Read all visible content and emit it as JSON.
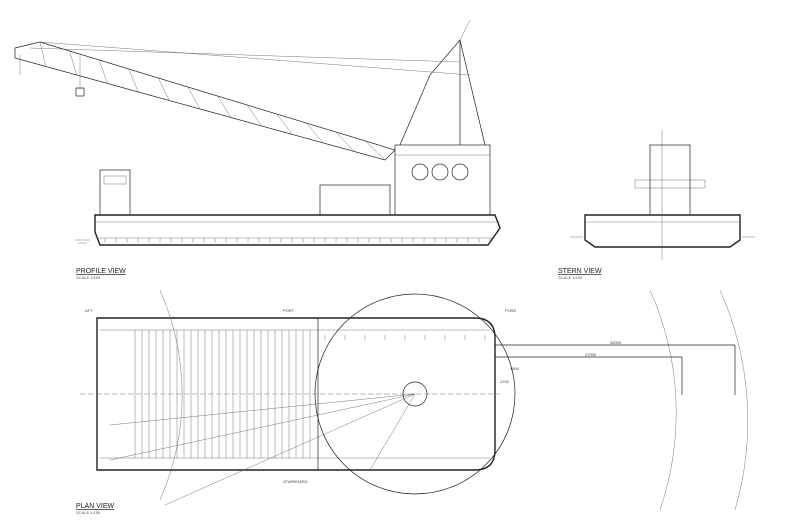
{
  "profile_view": {
    "title": "PROFILE VIEW",
    "scale": "SCALE 1/100"
  },
  "stern_view": {
    "title": "STERN VIEW",
    "scale": "SCALE 1/150"
  },
  "plan_view": {
    "title": "PLAN VIEW",
    "scale": "SCALE 1/150",
    "labels": {
      "aft": "AFT",
      "port": "PORT",
      "fore": "FORE",
      "starboard": "STARBOARD"
    },
    "dimensions": [
      "35000",
      "27000",
      "1500",
      "2200"
    ]
  }
}
